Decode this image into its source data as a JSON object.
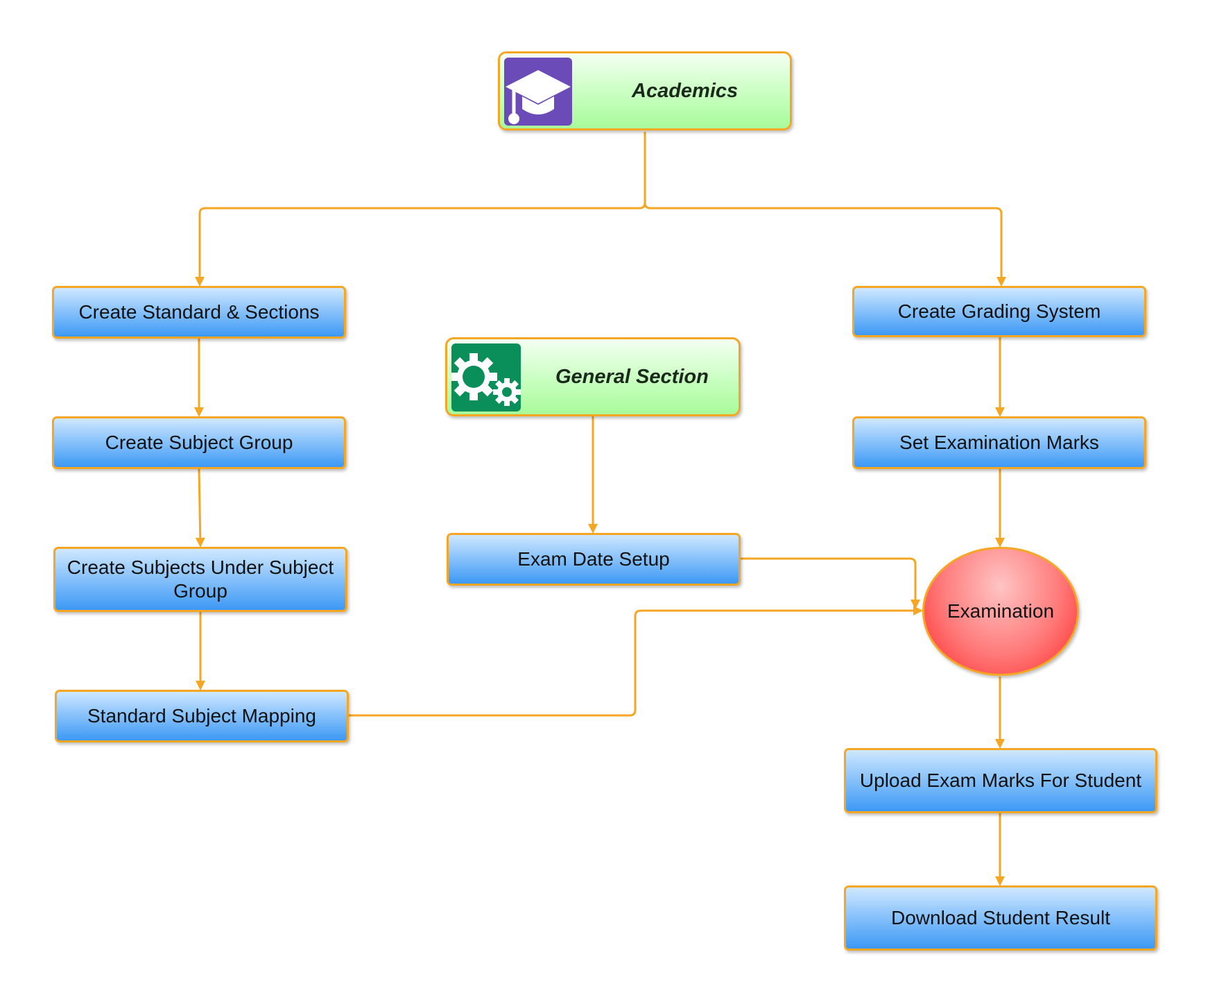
{
  "colors": {
    "connector": "#f5a623",
    "box_fill": "#5aa9f7",
    "header_fill": "#b8fcae",
    "examination_fill": "#ff4a4a",
    "academics_icon_bg": "#6b4bb8",
    "settings_icon_bg": "#0a8f5a"
  },
  "headers": {
    "academics": {
      "label": "Academics",
      "icon": "graduation-cap-icon"
    },
    "general": {
      "label": "General Section",
      "icon": "gears-icon"
    }
  },
  "left_column": [
    "Create Standard & Sections",
    "Create Subject Group",
    "Create Subjects Under Subject Group",
    "Standard Subject Mapping"
  ],
  "middle_column": [
    "Exam Date Setup"
  ],
  "right_column": {
    "top": [
      "Create Grading System",
      "Set Examination Marks"
    ],
    "hub": "Examination",
    "bottom": [
      "Upload Exam Marks For Student",
      "Download Student Result"
    ]
  }
}
